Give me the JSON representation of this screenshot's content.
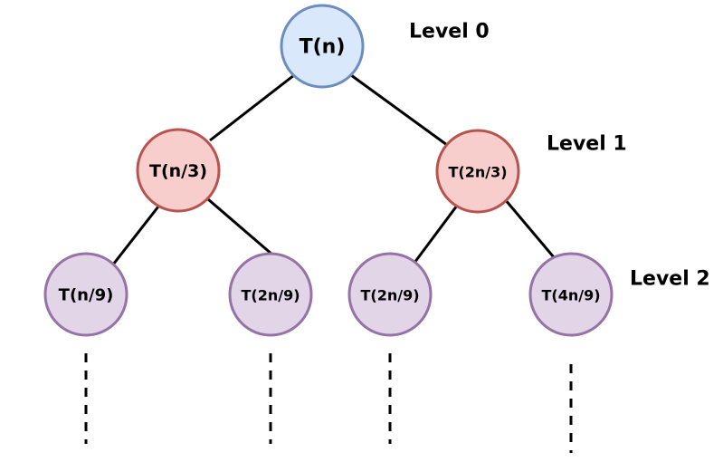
{
  "colors": {
    "root_fill": "#dae8fc",
    "root_stroke": "#6c8ebf",
    "level1_fill": "#f8cecc",
    "level1_stroke": "#b85450",
    "level2_fill": "#e1d5e7",
    "level2_stroke": "#9673a6"
  },
  "levels": {
    "level0": "Level 0",
    "level1": "Level 1",
    "level2": "Level 2"
  },
  "nodes": {
    "root": "T(n)",
    "left": "T(n/3)",
    "right": "T(2n/3)",
    "ll": "T(n/9)",
    "lr": "T(2n/9)",
    "rl": "T(2n/9)",
    "rr": "T(4n/9)"
  }
}
